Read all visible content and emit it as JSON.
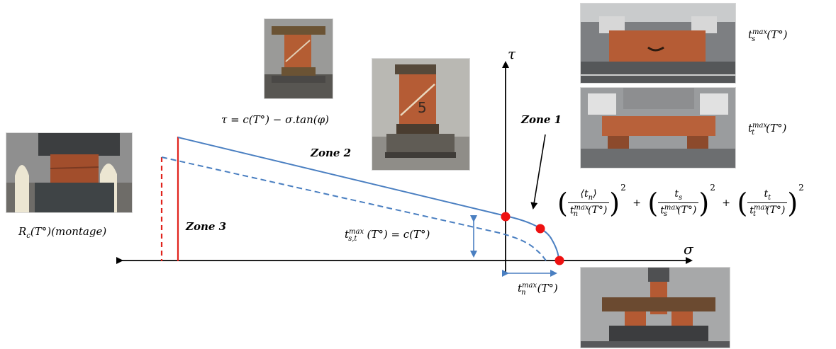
{
  "axes": {
    "tau_label": "τ",
    "sigma_label": "σ"
  },
  "zones": {
    "zone1": "Zone 1",
    "zone2": "Zone 2",
    "zone3": "Zone 3"
  },
  "formulas": {
    "mohr_coulomb": "τ = c(T°) − σ.tan(φ)",
    "shear_strength": "= c(T°)",
    "rc_label": "(montage)"
  },
  "colors": {
    "envelope": "#4a7fc1",
    "compression_limit": "#e0231c",
    "axis": "#000000",
    "point": "#ee1111"
  },
  "photos": [
    {
      "name": "compression-specimen-photo",
      "icon": "brick-on-press-photo"
    },
    {
      "name": "shear-specimen-small-photo",
      "icon": "brick-stack-photo"
    },
    {
      "name": "shear-specimen-numbered-photo",
      "icon": "brick-stack-numbered-photo"
    },
    {
      "name": "shear-s-test-photo",
      "icon": "shear-rig-photo"
    },
    {
      "name": "shear-t-test-photo",
      "icon": "shear-rig-photo"
    },
    {
      "name": "tension-test-photo",
      "icon": "tension-rig-photo"
    }
  ],
  "numbered_specimen_mark": "5"
}
